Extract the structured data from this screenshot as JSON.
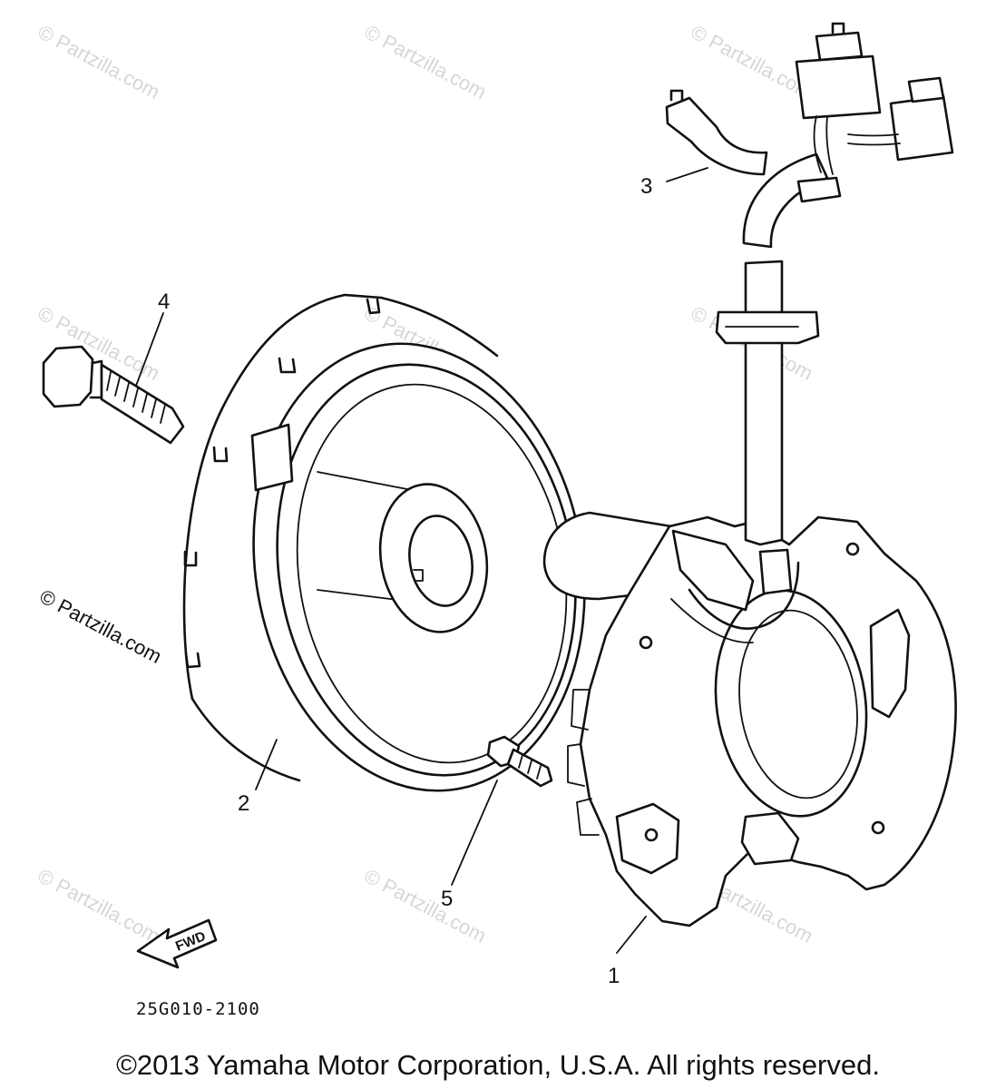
{
  "diagram": {
    "callouts": [
      "1",
      "2",
      "3",
      "4",
      "5"
    ],
    "part_code": "25G010-2100",
    "direction_label": "FWD",
    "watermark": "© Partzilla.com",
    "copyright": "©2013 Yamaha Motor Corporation, U.S.A. All rights reserved."
  }
}
